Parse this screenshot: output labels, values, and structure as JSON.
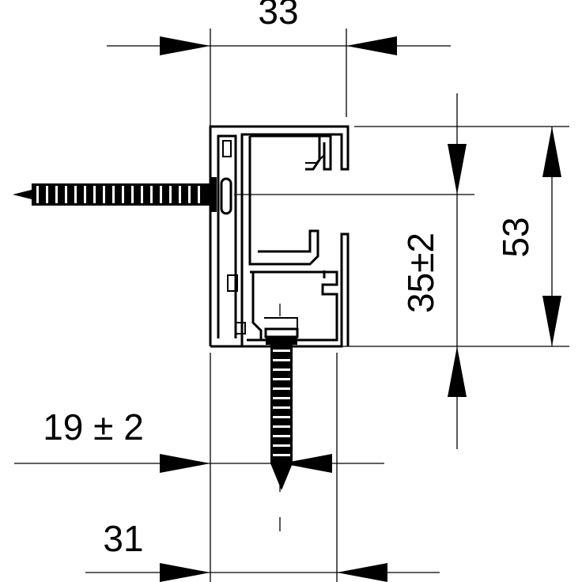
{
  "colors": {
    "ink": "#000000",
    "paper": "#ffffff"
  },
  "dimensions": {
    "top_width": "33",
    "right_height": "53",
    "right_inner": "35±2",
    "bottom_offset": "19 ± 2",
    "bottom_width": "31"
  }
}
